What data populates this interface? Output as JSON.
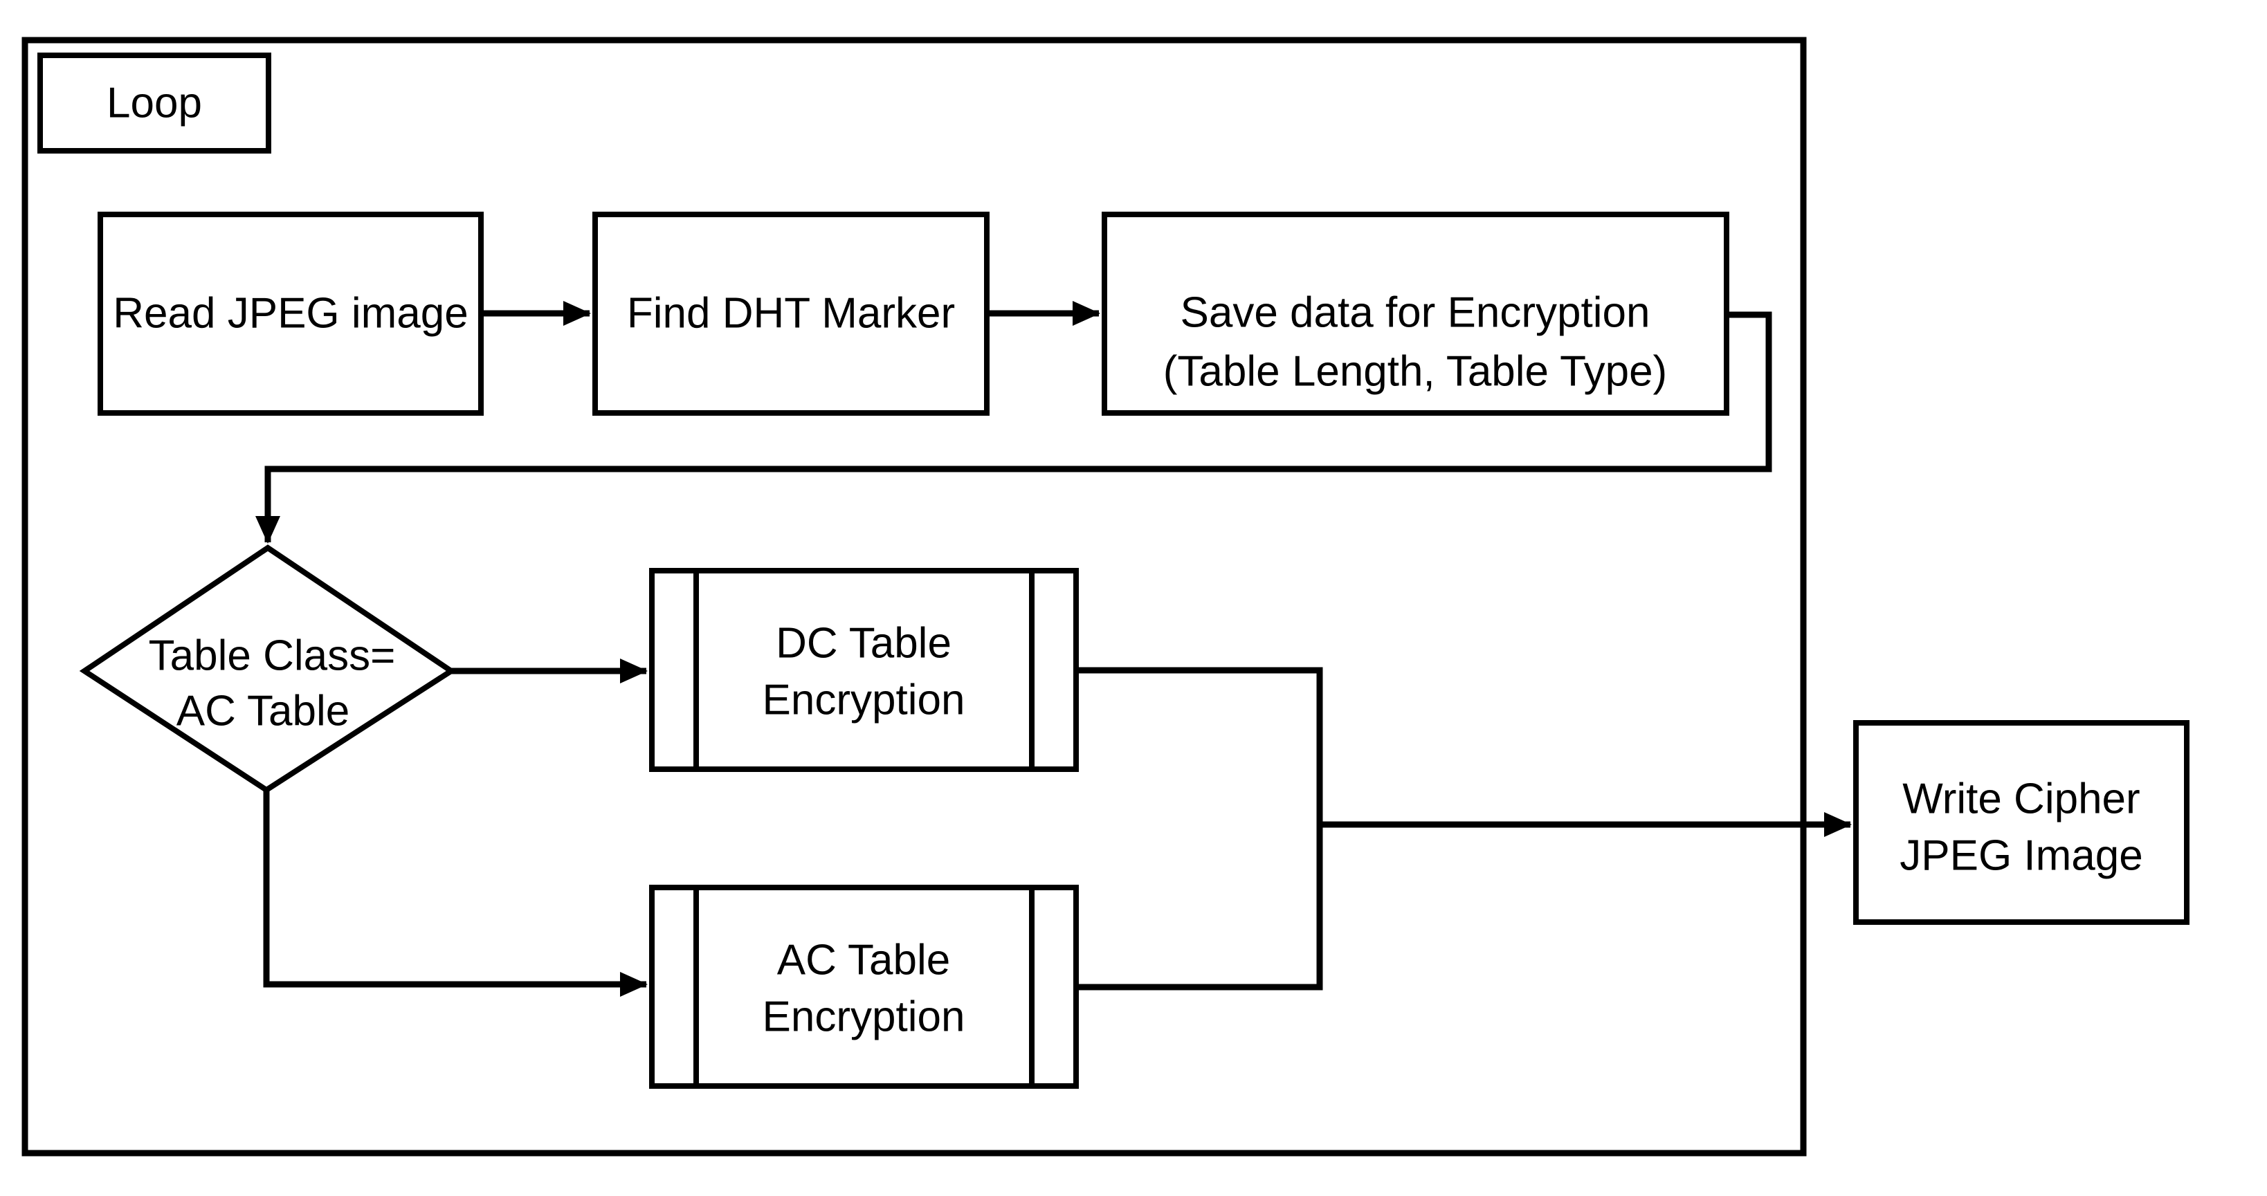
{
  "loop": {
    "label": "Loop"
  },
  "nodes": {
    "read_jpeg": {
      "type": "process",
      "label": "Read JPEG image"
    },
    "find_dht": {
      "type": "process",
      "label": "Find DHT Marker"
    },
    "save_data": {
      "type": "process",
      "line1": "Save data for Encryption",
      "line2": "(Table Length, Table Type)"
    },
    "table_class": {
      "type": "decision",
      "line1": "Table Class=",
      "line2": "AC Table"
    },
    "dc_table": {
      "type": "subroutine",
      "line1": "DC Table",
      "line2": "Encryption"
    },
    "ac_table": {
      "type": "subroutine",
      "line1": "AC Table",
      "line2": "Encryption"
    },
    "write_cipher": {
      "type": "process",
      "line1": "Write Cipher",
      "line2": "JPEG Image"
    }
  },
  "edges": [
    {
      "from": "read_jpeg",
      "to": "find_dht"
    },
    {
      "from": "find_dht",
      "to": "save_data"
    },
    {
      "from": "save_data",
      "to": "table_class"
    },
    {
      "from": "table_class",
      "to": "dc_table"
    },
    {
      "from": "table_class",
      "to": "ac_table"
    },
    {
      "from": "dc_table",
      "to": "write_cipher"
    },
    {
      "from": "ac_table",
      "to": "write_cipher"
    }
  ],
  "colors": {
    "stroke": "#000000",
    "background": "#ffffff"
  }
}
